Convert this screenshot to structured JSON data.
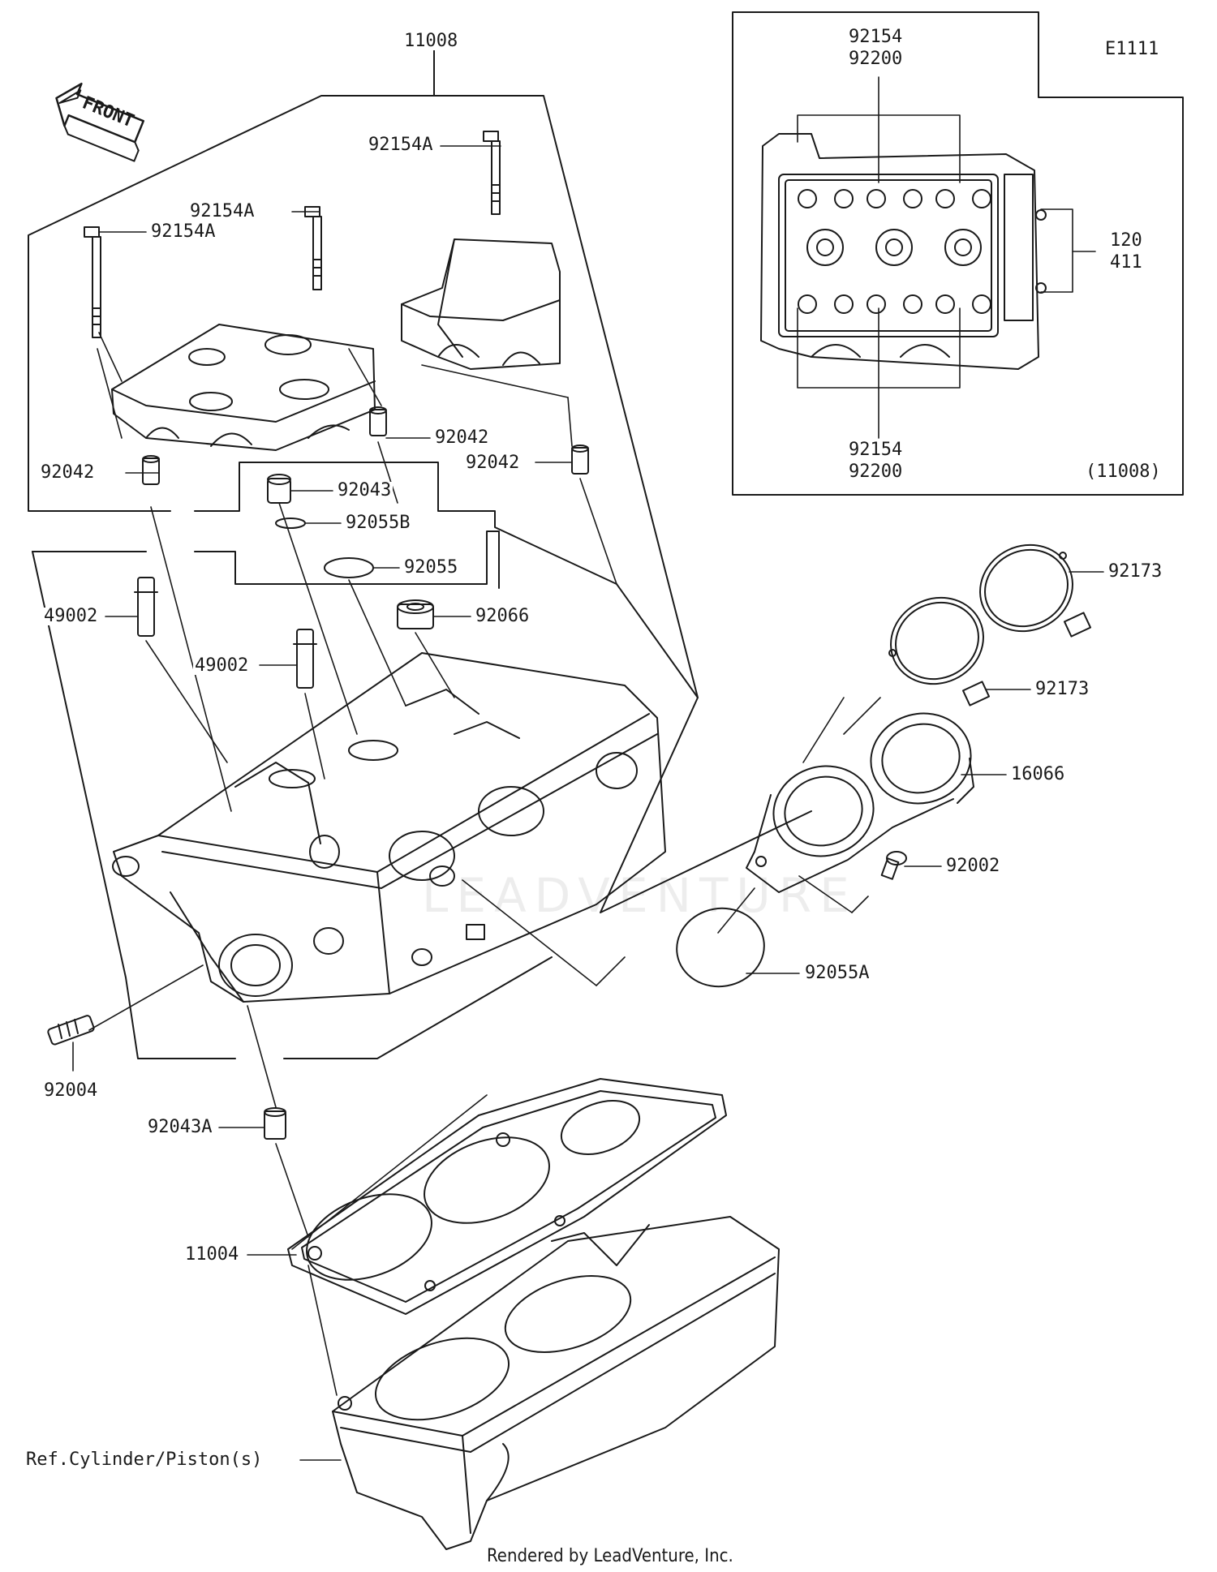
{
  "diagram_code": "E1111",
  "inset_ref": "(11008)",
  "front_marker": "FRONT",
  "labels": {
    "l11008": "11008",
    "l92154A_1": "92154A",
    "l92154A_2": "92154A",
    "l92154A_3": "92154A",
    "l92042_1": "92042",
    "l92042_2": "92042",
    "l92042_3": "92042",
    "l92043": "92043",
    "l92055B": "92055B",
    "l92055": "92055",
    "l92066": "92066",
    "l49002_1": "49002",
    "l49002_2": "49002",
    "l92004": "92004",
    "l92043A": "92043A",
    "l11004": "11004",
    "lRef": "Ref.Cylinder/Piston(s)",
    "l92173_1": "92173",
    "l92173_2": "92173",
    "l16066": "16066",
    "l92002": "92002",
    "l92055A": "92055A",
    "inset_top_1": "92154",
    "inset_top_2": "92200",
    "inset_bot_1": "92154",
    "inset_bot_2": "92200",
    "inset_right_1": "120",
    "inset_right_2": "411"
  },
  "watermark": "LEADVENTURE",
  "footer": "Rendered by LeadVenture, Inc."
}
